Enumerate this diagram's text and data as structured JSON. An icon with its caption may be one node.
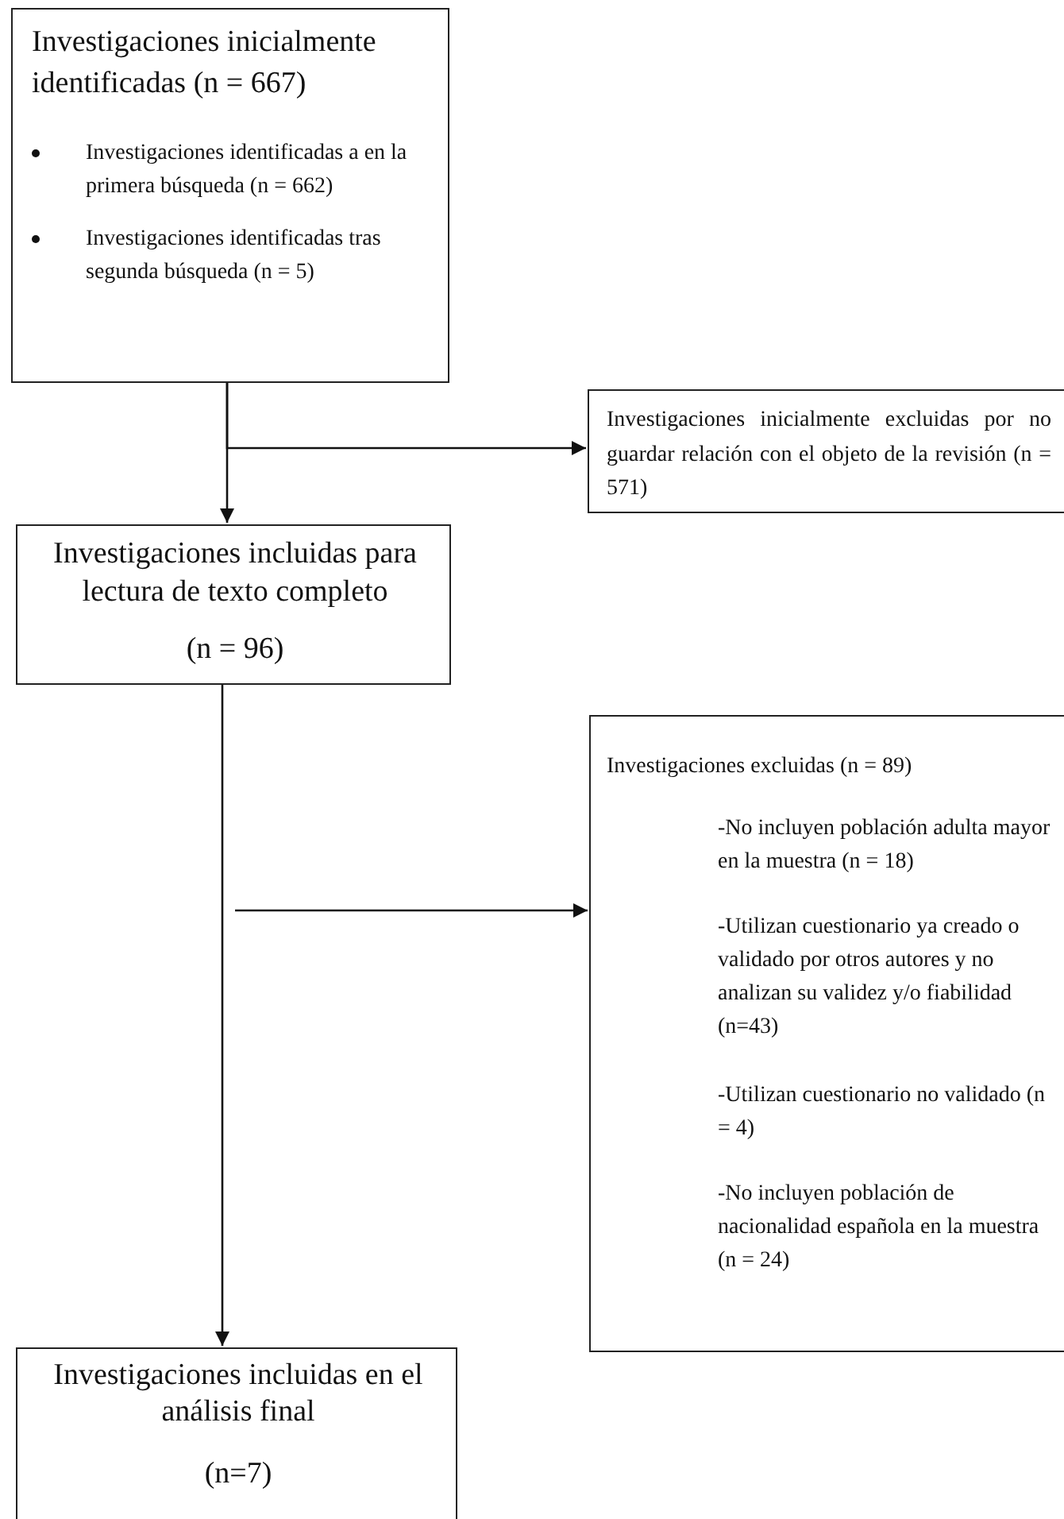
{
  "diagram": {
    "nodes": [
      {
        "text": [
          "Investigaciones inicialmente identificadas (n = 667)",
          "Investigaciones identificadas a en la primera búsqueda (n = 662)",
          "Investigaciones identificadas tras segunda búsqueda (n = 5)"
        ]
      },
      {
        "text": [
          "Investigaciones inicialmente excluidas por no guardar relación con el objeto de la revisión (n = 571)"
        ]
      },
      {
        "text": [
          "Investigaciones incluidas para lectura de texto completo",
          "(n = 96)"
        ]
      },
      {
        "text": [
          "Investigaciones excluidas (n = 89)",
          "-No incluyen población adulta mayor en la muestra (n = 18)",
          "-Utilizan cuestionario ya creado o validado por otros autores y no analizan su validez y/o fiabilidad (n=43)",
          "-Utilizan cuestionario no validado (n = 4)",
          "-No incluyen población de nacionalidad española en la muestra (n = 24)"
        ]
      },
      {
        "text": [
          "Investigaciones incluidas en el análisis final",
          "(n=7)"
        ]
      }
    ],
    "edges": [
      {
        "from": 0,
        "to": 2,
        "arrow": "to"
      },
      {
        "from": 0,
        "to": 1,
        "arrow": "to"
      },
      {
        "from": 2,
        "to": 4,
        "arrow": "to"
      },
      {
        "from": null,
        "to": 3,
        "arrow": "to"
      }
    ]
  }
}
